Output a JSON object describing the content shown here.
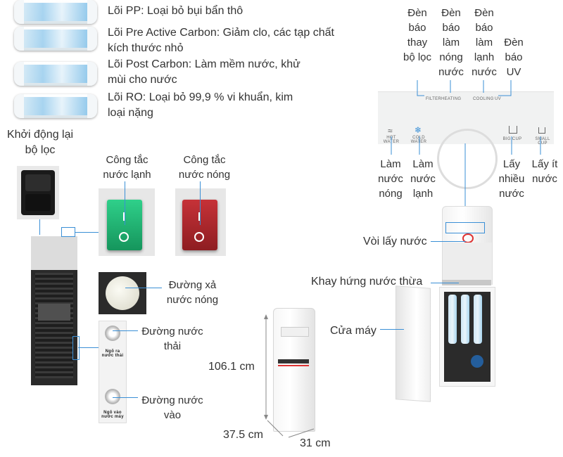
{
  "filters": [
    {
      "label": "Lõi PP: Loại bỏ bụi bẩn thô"
    },
    {
      "label": "Lõi Pre Active Carbon: Giảm clo, các tạp chất kích thước nhỏ"
    },
    {
      "label": "Lõi Post Carbon: Làm mềm nước, khử mùi cho nước"
    },
    {
      "label": "Lõi RO: Loại bỏ 99,9 % vi khuẩn, kim loại nặng"
    }
  ],
  "left": {
    "reset_label": "Khởi động lại bộ lọc",
    "cold_switch_label": "Công tắc nước lạnh",
    "hot_switch_label": "Công tắc nước nóng",
    "hot_drain_label": "Đường xả nước nóng",
    "waste_line_label": "Đường nước thải",
    "inlet_label": "Đường nước vào",
    "sticker_waste": "Ngõ ra nước thải",
    "sticker_inlet": "Ngõ vào nước máy"
  },
  "dimensions": {
    "height": "106.1 cm",
    "depth": "37.5 cm",
    "width": "31 cm"
  },
  "panel": {
    "lights": [
      {
        "label": "Đèn báo thay bộ lọc"
      },
      {
        "label": "Đèn báo làm nóng nước"
      },
      {
        "label": "Đèn báo làm lạnh nước"
      },
      {
        "label": "Đèn báo UV"
      }
    ],
    "indicators": {
      "filter": "FILTER",
      "heating": "HEATING",
      "cooling": "COOLING",
      "uv": "UV"
    },
    "buttons": {
      "hot_water": "HOT WATER",
      "cold_water": "COLD WATER",
      "big_cup": "BIG CUP",
      "small_cup": "SMALL CUP"
    },
    "bottom_labels": {
      "hot": "Làm nước nóng",
      "cold": "Làm nước lạnh",
      "big": "Lấy nhiều nước",
      "small": "Lấy ít nước"
    }
  },
  "right": {
    "tap_label": "Vòi lấy nước",
    "tray_label": "Khay hứng nước thừa",
    "door_label": "Cửa máy"
  },
  "colors": {
    "accent_line": "#3a8fd6",
    "cold_switch": "#1fae6e",
    "hot_switch": "#b3282c"
  }
}
